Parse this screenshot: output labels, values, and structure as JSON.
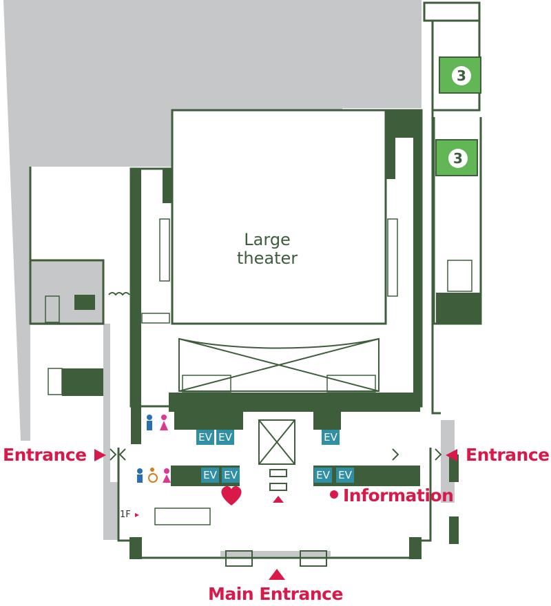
{
  "map": {
    "labels": {
      "large_theater_line1": "Large",
      "large_theater_line2": "theater",
      "entrance_left": "Entrance",
      "entrance_right": "Entrance",
      "information": "Information",
      "main_entrance": "Main Entrance",
      "floor_marker": "1F"
    },
    "elevators": [
      "EV",
      "EV",
      "EV",
      "EV",
      "EV",
      "EV",
      "EV"
    ],
    "zone_badges": [
      "3",
      "3"
    ],
    "icons": [
      "male-restroom-icon",
      "female-restroom-icon",
      "accessible-restroom-icon",
      "aed-heart-icon",
      "information-dot-icon",
      "entrance-arrow-icon"
    ],
    "colors": {
      "wall": "#3d5d3b",
      "outside": "#c6c7c8",
      "floor": "#ffffff",
      "label_red": "#d8194a",
      "elevator": "#2f8fa4",
      "zone_green": "#63b655",
      "restroom_male": "#2a6fb5",
      "restroom_female": "#e0368d"
    }
  }
}
